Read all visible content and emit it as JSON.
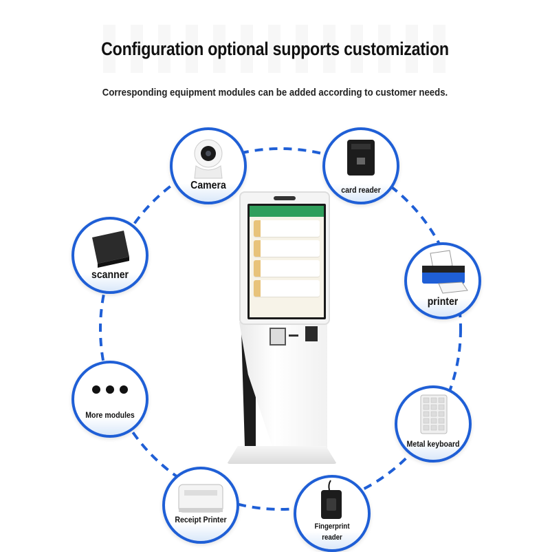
{
  "header": {
    "title": "Configuration optional supports customization",
    "subtitle": "Corresponding equipment modules can be added according to customer needs."
  },
  "colors": {
    "ring": "#1f5fd6",
    "text": "#111111"
  },
  "modules": {
    "camera": {
      "label": "Camera",
      "icon": "camera-icon"
    },
    "card_reader": {
      "label": "card reader",
      "icon": "card-reader-icon"
    },
    "scanner": {
      "label": "scanner",
      "icon": "scanner-icon"
    },
    "printer": {
      "label": "printer",
      "icon": "printer-icon"
    },
    "more": {
      "label": "More modules",
      "icon": "ellipsis-icon"
    },
    "keyboard": {
      "label": "Metal keyboard",
      "icon": "keypad-icon"
    },
    "receipt": {
      "label": "Receipt Printer",
      "icon": "receipt-printer-icon"
    },
    "fingerprint": {
      "label_line1": "Fingerprint",
      "label_line2": "reader",
      "icon": "fingerprint-reader-icon"
    }
  }
}
